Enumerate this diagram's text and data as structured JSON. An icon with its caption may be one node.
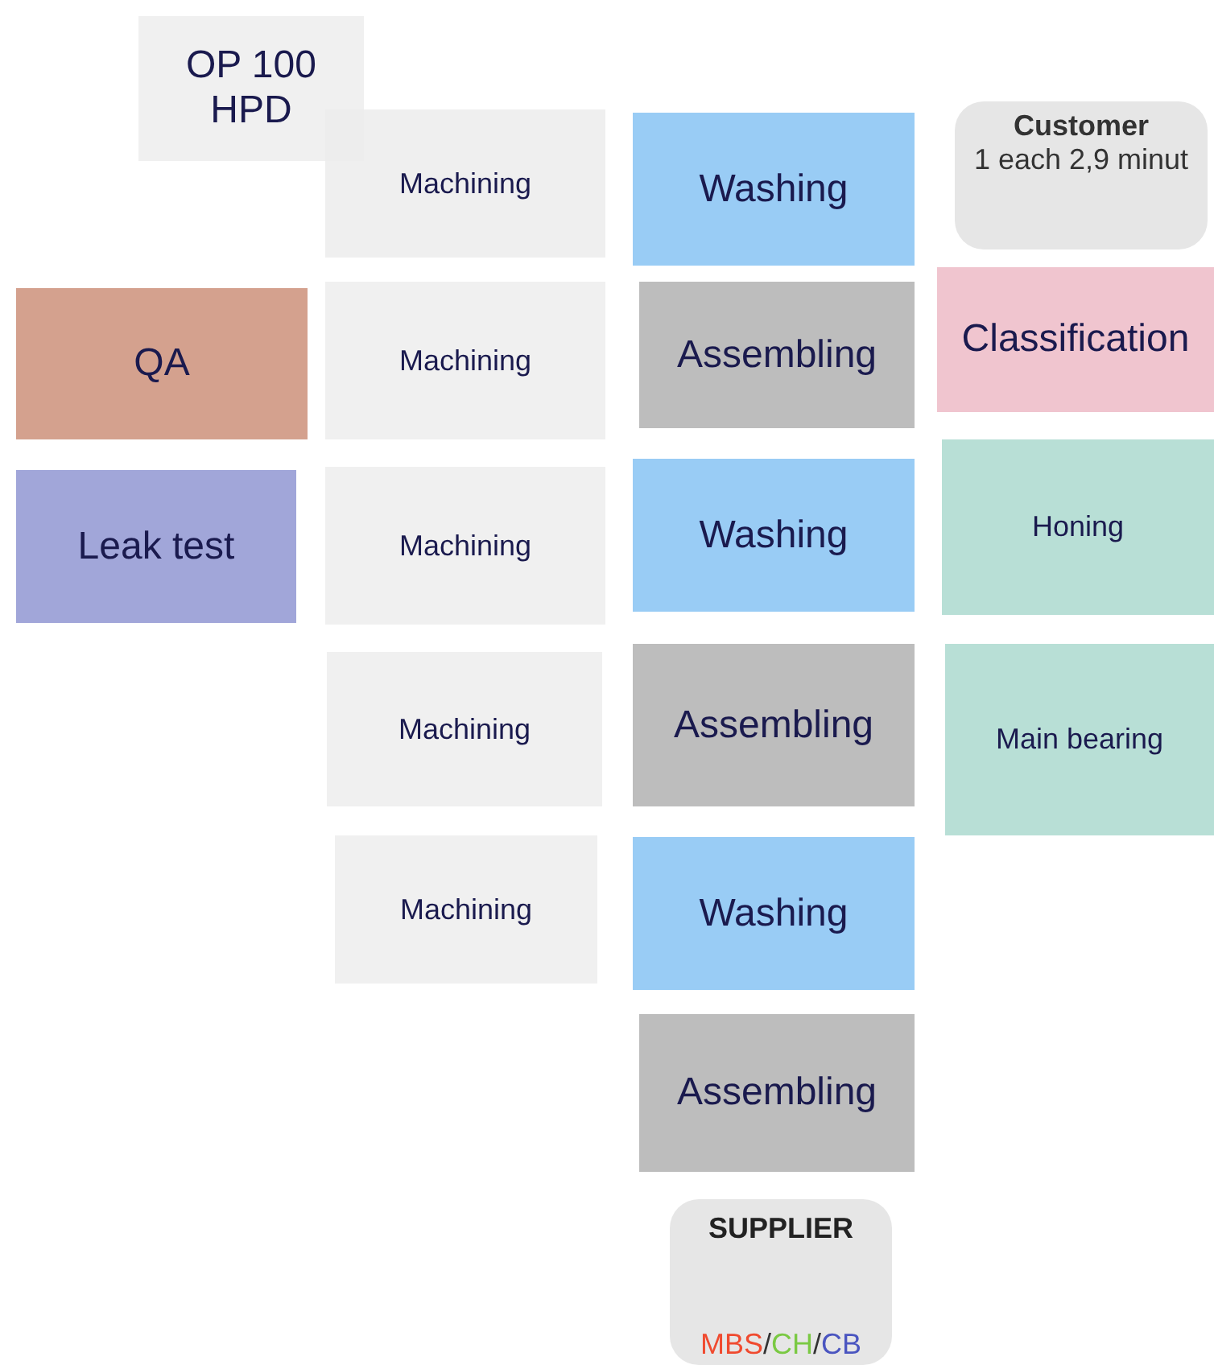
{
  "diagram": {
    "nodes": [
      {
        "text": [
          "OP 100 HPD"
        ]
      },
      {
        "text": [
          "Machining"
        ]
      },
      {
        "text": [
          "Washing"
        ]
      },
      {
        "text": [
          "Customer",
          "1 each 2,9 minut"
        ]
      },
      {
        "text": [
          "QA"
        ]
      },
      {
        "text": [
          "Machining"
        ]
      },
      {
        "text": [
          "Assembling"
        ]
      },
      {
        "text": [
          "Classification"
        ]
      },
      {
        "text": [
          "Leak test"
        ]
      },
      {
        "text": [
          "Machining"
        ]
      },
      {
        "text": [
          "Washing"
        ]
      },
      {
        "text": [
          "Honing"
        ]
      },
      {
        "text": [
          "Machining"
        ]
      },
      {
        "text": [
          "Assembling"
        ]
      },
      {
        "text": [
          "Main bearing"
        ]
      },
      {
        "text": [
          "Machining"
        ]
      },
      {
        "text": [
          "Washing"
        ]
      },
      {
        "text": [
          "Assembling"
        ]
      },
      {
        "text": [
          "SUPPLIER",
          "MBS/CH/CB"
        ]
      }
    ]
  }
}
